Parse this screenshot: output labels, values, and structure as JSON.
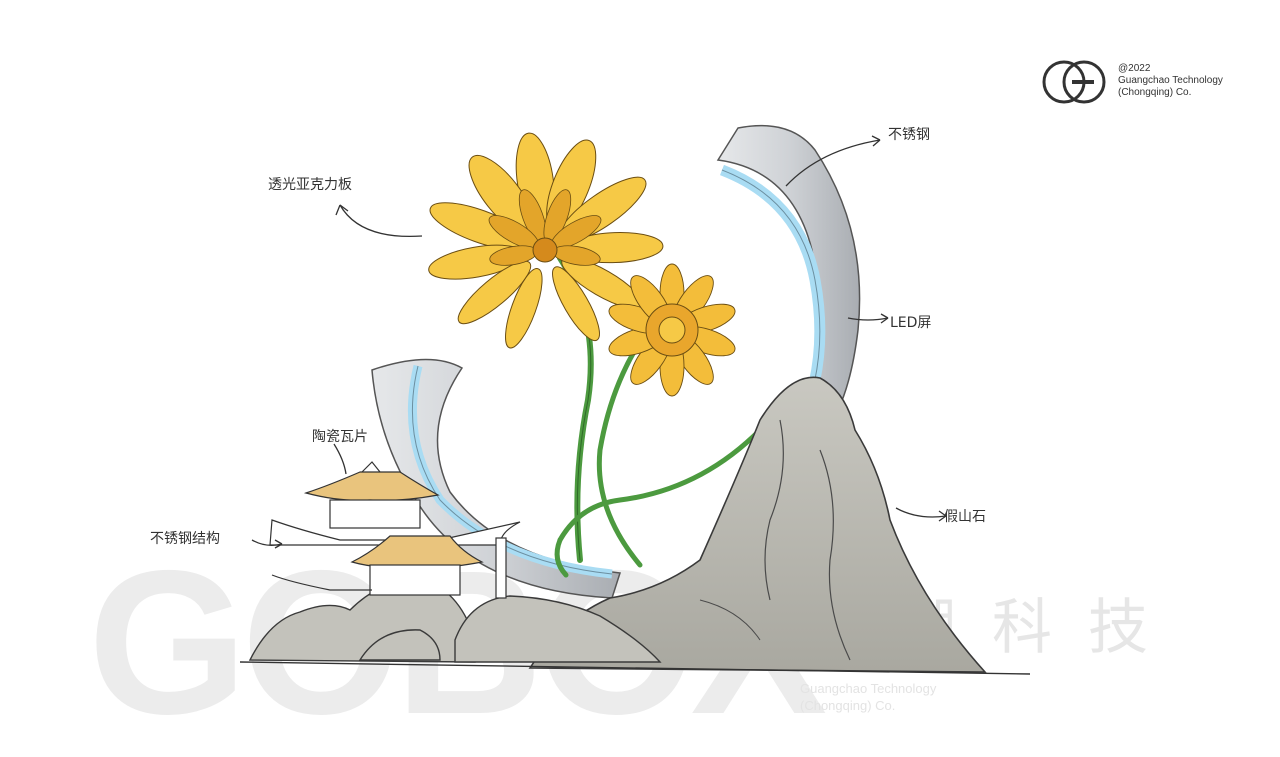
{
  "watermark": {
    "brand_letters": "GOBOX",
    "registered_mark": "®",
    "cn_name": "光潮科技",
    "en_line1": "Guangchao Technology",
    "en_line2": "(Chongqing) Co."
  },
  "logo": {
    "copyright": "@2022",
    "company_line1": "Guangchao Technology",
    "company_line2": "(Chongqing) Co."
  },
  "annotations": {
    "flower": "透光亚克力板",
    "ring": "不锈钢",
    "led": "LED屏",
    "rock": "假山石",
    "roof": "陶瓷瓦片",
    "structure": "不锈钢结构"
  },
  "colors": {
    "petal": "#f6c946",
    "petal_dark": "#e3a52a",
    "stem": "#4c9a3f",
    "ring": "#c9ccd0",
    "led": "#a9dcf3",
    "rock": "#b9b8b1",
    "roof": "#e9c47d"
  }
}
